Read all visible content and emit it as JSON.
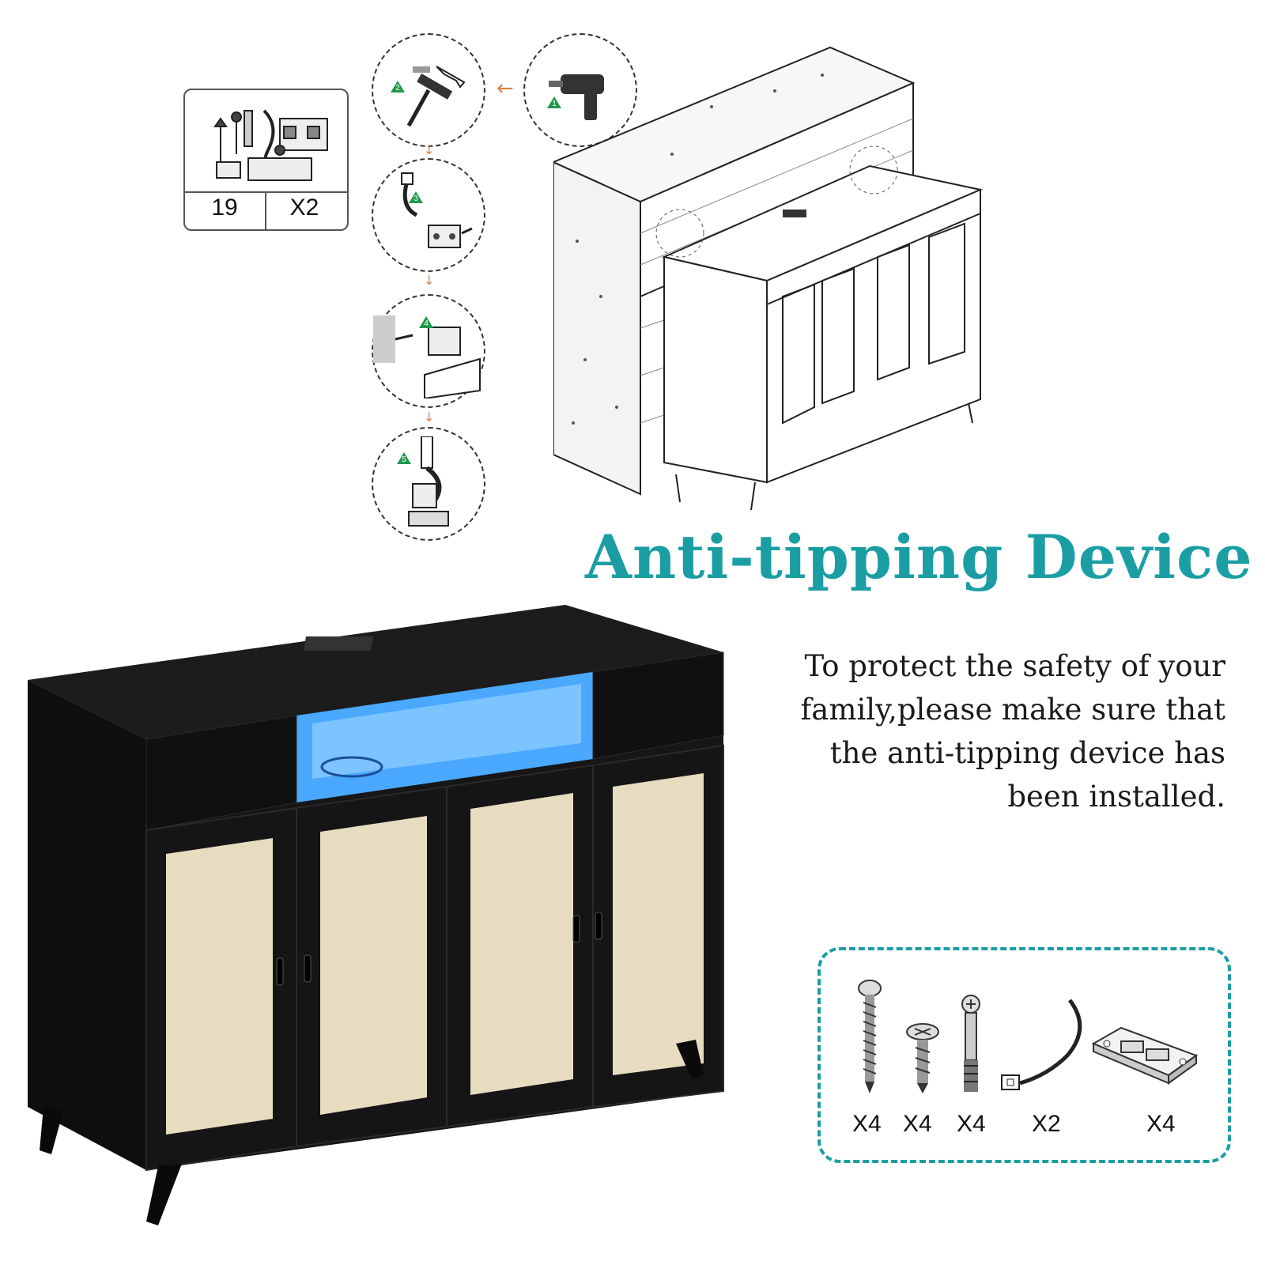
{
  "parts_box": {
    "part_number": "19",
    "quantity": "X2"
  },
  "steps": [
    {
      "number": "1",
      "icon": "drill-icon"
    },
    {
      "number": "2",
      "icon": "hammer-anchor-icon"
    },
    {
      "number": "3",
      "icon": "strap-bracket-icon"
    },
    {
      "number": "4",
      "icon": "wall-bracket-icon"
    },
    {
      "number": "5",
      "icon": "fastened-strap-icon"
    }
  ],
  "heading": "Anti-tipping Device",
  "description": "To protect the safety of your family,please make sure that the anti-tipping device has been installed.",
  "hardware": [
    {
      "icon": "long-screw-icon",
      "qty": "X4"
    },
    {
      "icon": "flat-screw-icon",
      "qty": "X4"
    },
    {
      "icon": "cam-bolt-icon",
      "qty": "X4"
    },
    {
      "icon": "strap-icon",
      "qty": "X2"
    },
    {
      "icon": "bracket-plate-icon",
      "qty": "X4"
    }
  ],
  "colors": {
    "accent": "#1a9ea4",
    "step_badge": "#1e9a4a",
    "flow_arrow": "#d9844a",
    "cabinet": "#111111",
    "rattan": "#e8dcc0",
    "led": "#4aa8ff"
  }
}
